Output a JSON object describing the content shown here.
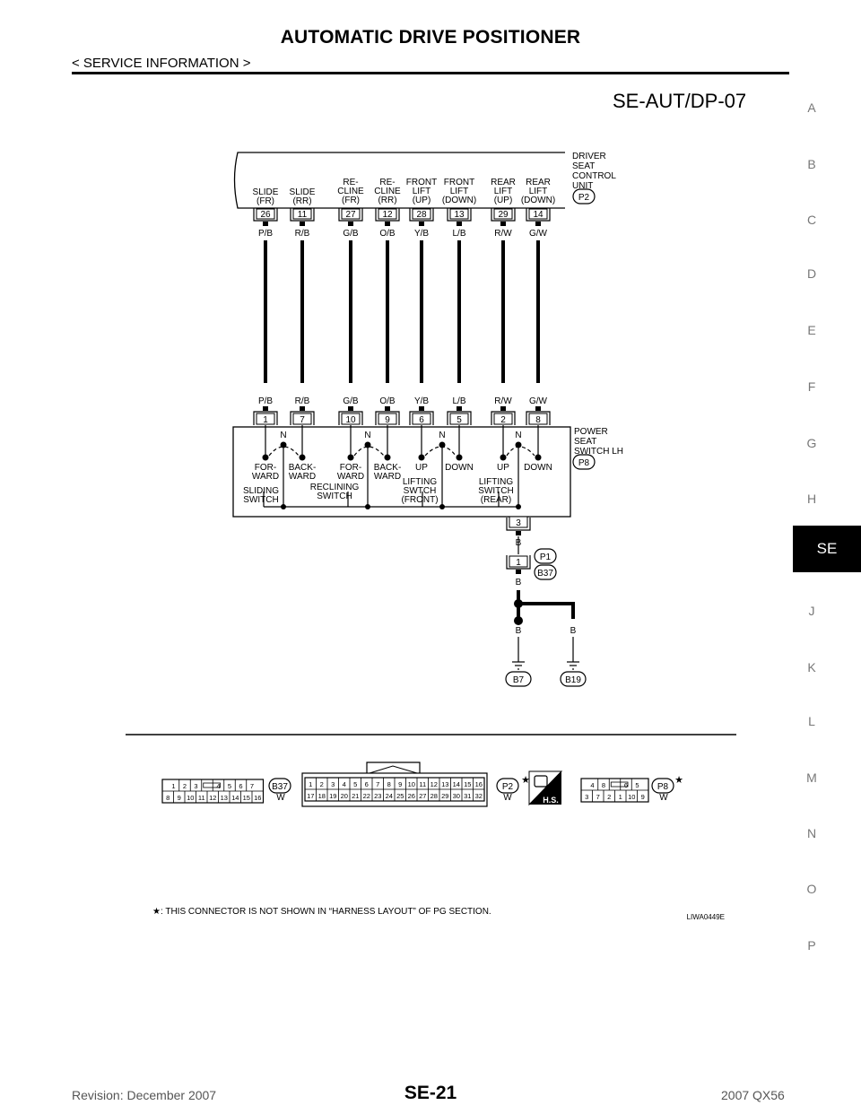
{
  "header": {
    "title": "AUTOMATIC DRIVE POSITIONER",
    "subtitle": "< SERVICE INFORMATION >"
  },
  "diagram_code": "SE-AUT/DP-07",
  "side_tabs": [
    "A",
    "B",
    "C",
    "D",
    "E",
    "F",
    "G",
    "H",
    "SE",
    "J",
    "K",
    "L",
    "M",
    "N",
    "O",
    "P"
  ],
  "active_tab": "SE",
  "control_unit": {
    "name": [
      "DRIVER",
      "SEAT",
      "CONTROL",
      "UNIT"
    ],
    "connector": "P2",
    "labels": [
      [
        "SLIDE",
        "(FR)"
      ],
      [
        "SLIDE",
        "(RR)"
      ],
      [
        "RE-",
        "CLINE",
        "(FR)"
      ],
      [
        "RE-",
        "CLINE",
        "(RR)"
      ],
      [
        "FRONT",
        "LIFT",
        "(UP)"
      ],
      [
        "FRONT",
        "LIFT",
        "(DOWN)"
      ],
      [
        "REAR",
        "LIFT",
        "(UP)"
      ],
      [
        "REAR",
        "LIFT",
        "(DOWN)"
      ]
    ],
    "pins": [
      "26",
      "11",
      "27",
      "12",
      "28",
      "13",
      "29",
      "14"
    ]
  },
  "wire_colors": [
    "P/B",
    "R/B",
    "G/B",
    "O/B",
    "Y/B",
    "L/B",
    "R/W",
    "G/W"
  ],
  "switch": {
    "name": [
      "POWER",
      "SEAT",
      "SWITCH LH"
    ],
    "connector": "P8",
    "pins": [
      "1",
      "7",
      "10",
      "9",
      "6",
      "5",
      "2",
      "8"
    ],
    "neutral_label": "N",
    "contacts": [
      "FOR-",
      "WARD",
      "BACK-",
      "WARD",
      "FOR-",
      "WARD",
      "BACK-",
      "WARD",
      "UP",
      "DOWN",
      "UP",
      "DOWN"
    ],
    "groups": [
      [
        "SLIDING",
        "SWITCH"
      ],
      [
        "RECLINING",
        "SWITCH"
      ],
      [
        "LIFTING",
        "SWTCH",
        "(FRONT)"
      ],
      [
        "LIFTING",
        "SWITCH",
        "(REAR)"
      ]
    ],
    "ground_pin": "3"
  },
  "ground_circuit": {
    "wire_color": "B",
    "junction_pin": "1",
    "junction_connectors": [
      "P1",
      "B37"
    ],
    "grounds": [
      "B7",
      "B19"
    ]
  },
  "connectors": [
    {
      "id": "B37",
      "color": "W",
      "starred": false,
      "row1": [
        "1",
        "2",
        "3",
        "",
        "4",
        "5",
        "6",
        "7"
      ],
      "row2": [
        "8",
        "9",
        "10",
        "11",
        "12",
        "13",
        "14",
        "15",
        "16"
      ]
    },
    {
      "id": "P2",
      "color": "W",
      "starred": true,
      "row1": [
        "1",
        "2",
        "3",
        "4",
        "5",
        "6",
        "7",
        "8",
        "9",
        "10",
        "11",
        "12",
        "13",
        "14",
        "15",
        "16"
      ],
      "row2": [
        "17",
        "18",
        "19",
        "20",
        "21",
        "22",
        "23",
        "24",
        "25",
        "26",
        "27",
        "28",
        "29",
        "30",
        "31",
        "32"
      ]
    },
    {
      "id": "P8",
      "color": "W",
      "starred": true,
      "row1": [
        "4",
        "8",
        "",
        "6",
        "5"
      ],
      "row2": [
        "3",
        "7",
        "2",
        "1",
        "10",
        "9"
      ]
    }
  ],
  "hs_label": "H.S.",
  "footnote": "★: THIS CONNECTOR IS NOT SHOWN IN “HARNESS LAYOUT” OF PG SECTION.",
  "figure_id": "LIWA0449E",
  "footer": {
    "page": "SE-21",
    "revision": "Revision: December 2007",
    "model": "2007 QX56"
  }
}
